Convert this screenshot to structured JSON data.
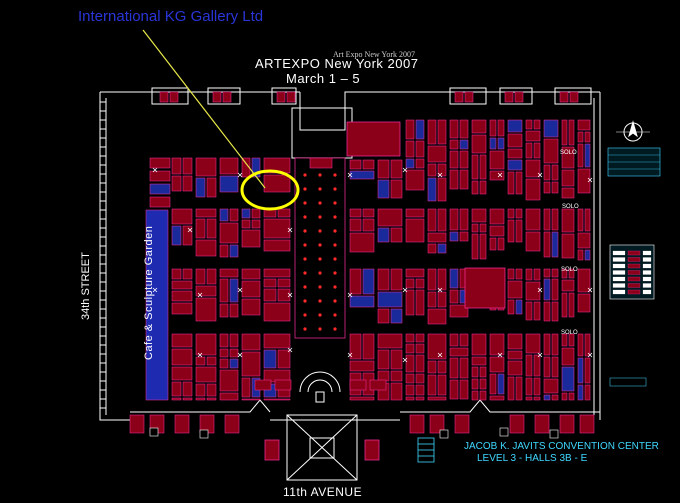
{
  "callout": {
    "exhibitor": "International KG Gallery Ltd"
  },
  "header": {
    "small_title": "Art Expo New York 2007",
    "title": "ARTEXPO New York 2007",
    "dates": "March 1 – 5"
  },
  "labels": {
    "street": "34th STREET",
    "garden": "Cafe & Sculpture Garden",
    "avenue": "11th AVENUE",
    "center_name": "JACOB K. JAVITS CONVENTION CENTER",
    "center_level": "LEVEL 3 - HALLS 3B - E",
    "solo": [
      "SOLO",
      "SOLO",
      "SOLO",
      "SOLO"
    ]
  },
  "colors": {
    "background": "#000000",
    "booth_fill": "#8b0018",
    "booth_outline": "#ff2fa0",
    "booth_blue": "#1a2a9a",
    "garden": "#1e2ab0",
    "callout_text": "#2a35d8",
    "highlight_ring": "#ffff00",
    "leader_line": "#e8e84a",
    "center_text": "#3fd8ff",
    "walls": "#ffffff"
  },
  "icons": [
    "north-arrow-icon",
    "legend-table",
    "stairs-icon"
  ]
}
